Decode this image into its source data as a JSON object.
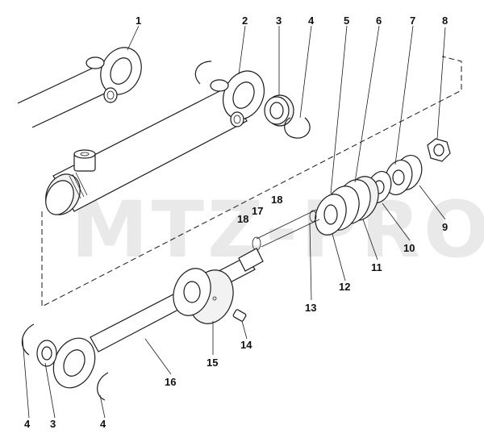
{
  "watermark": "MTZ-PRO",
  "callouts": {
    "c1": "1",
    "c2": "2",
    "c3a": "3",
    "c4a": "4",
    "c5": "5",
    "c6": "6",
    "c7": "7",
    "c8": "8",
    "c9": "9",
    "c10": "10",
    "c11": "11",
    "c12": "12",
    "c13": "13",
    "c14": "14",
    "c15": "15",
    "c16": "16",
    "c17": "17",
    "c18a": "18",
    "c18b": "18",
    "c4b": "4",
    "c3b": "3",
    "c4c": "4"
  }
}
